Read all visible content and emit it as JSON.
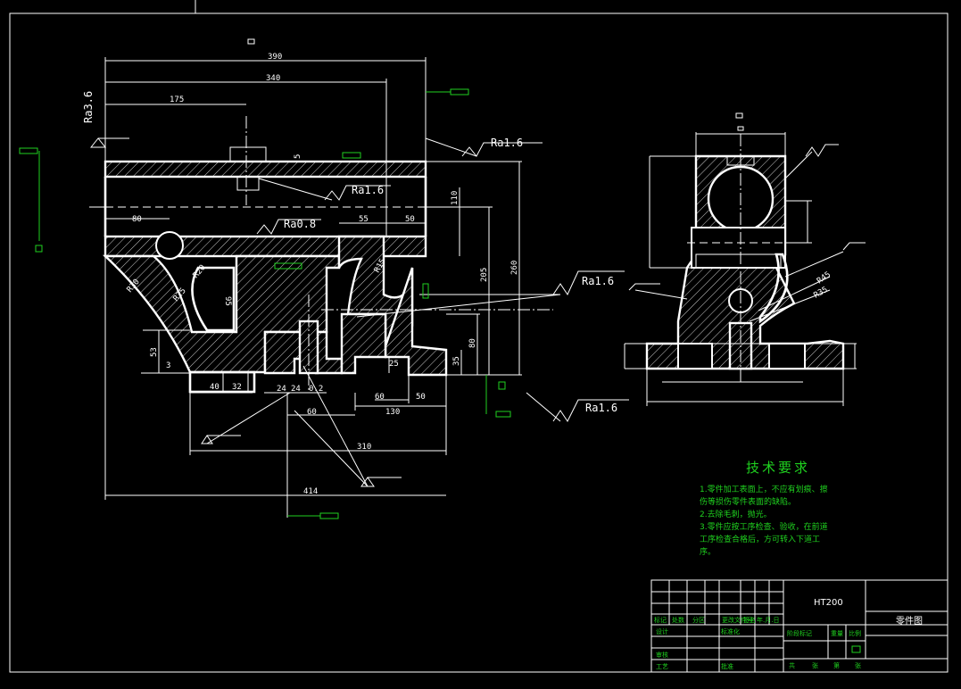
{
  "drawing": {
    "title_block": {
      "material": "HT200",
      "drawing_name": "零件图",
      "row_labels": [
        "标记",
        "处数",
        "分区",
        "更改文件号",
        "签名",
        "年.月.日"
      ],
      "designer_label": "设计",
      "standard_label": "标准化",
      "review_label": "审核",
      "craft_label": "工艺",
      "approve_label": "批准",
      "stage_label": "阶段标记",
      "weight_label": "重量",
      "scale_label": "比例",
      "sheets": [
        "共",
        "张",
        "第",
        "张"
      ]
    },
    "tech_requirements": {
      "title": "技术要求",
      "lines": [
        "1.零件加工表面上，不应有划痕、擦",
        "  伤等损伤零件表面的缺陷。",
        "2.去除毛刺，抛光。",
        "3.零件应按工序检查、验收，在前道",
        "  工序检查合格后，方可转入下道工",
        "  序。"
      ]
    },
    "roughness": {
      "ra36": "Ra3.6",
      "ra16_a": "Ra1.6",
      "ra16_b": "Ra1.6",
      "ra08": "Ra0.8",
      "ra16_c": "Ra1.6",
      "ra16_d": "Ra1.6"
    },
    "dimensions": {
      "d390": "390",
      "d340": "340",
      "d175": "175",
      "d80a": "80",
      "d55": "55",
      "d50a": "50",
      "d110": "110",
      "d205": "205",
      "d260": "260",
      "d80b": "80",
      "d35": "35",
      "d25": "25",
      "d60a": "60",
      "d50b": "50",
      "d130": "130",
      "d60b": "60",
      "d40": "40",
      "d32": "32",
      "d24a": "24",
      "d24b": "24",
      "d02": "0.2",
      "d310": "310",
      "d414": "414",
      "d53": "53",
      "d3": "3",
      "d95": "95",
      "r20": "R20",
      "r30": "R30",
      "r25": "R25",
      "r15": "R15",
      "d5": "5",
      "r35": "R35",
      "r45": "R45"
    }
  }
}
